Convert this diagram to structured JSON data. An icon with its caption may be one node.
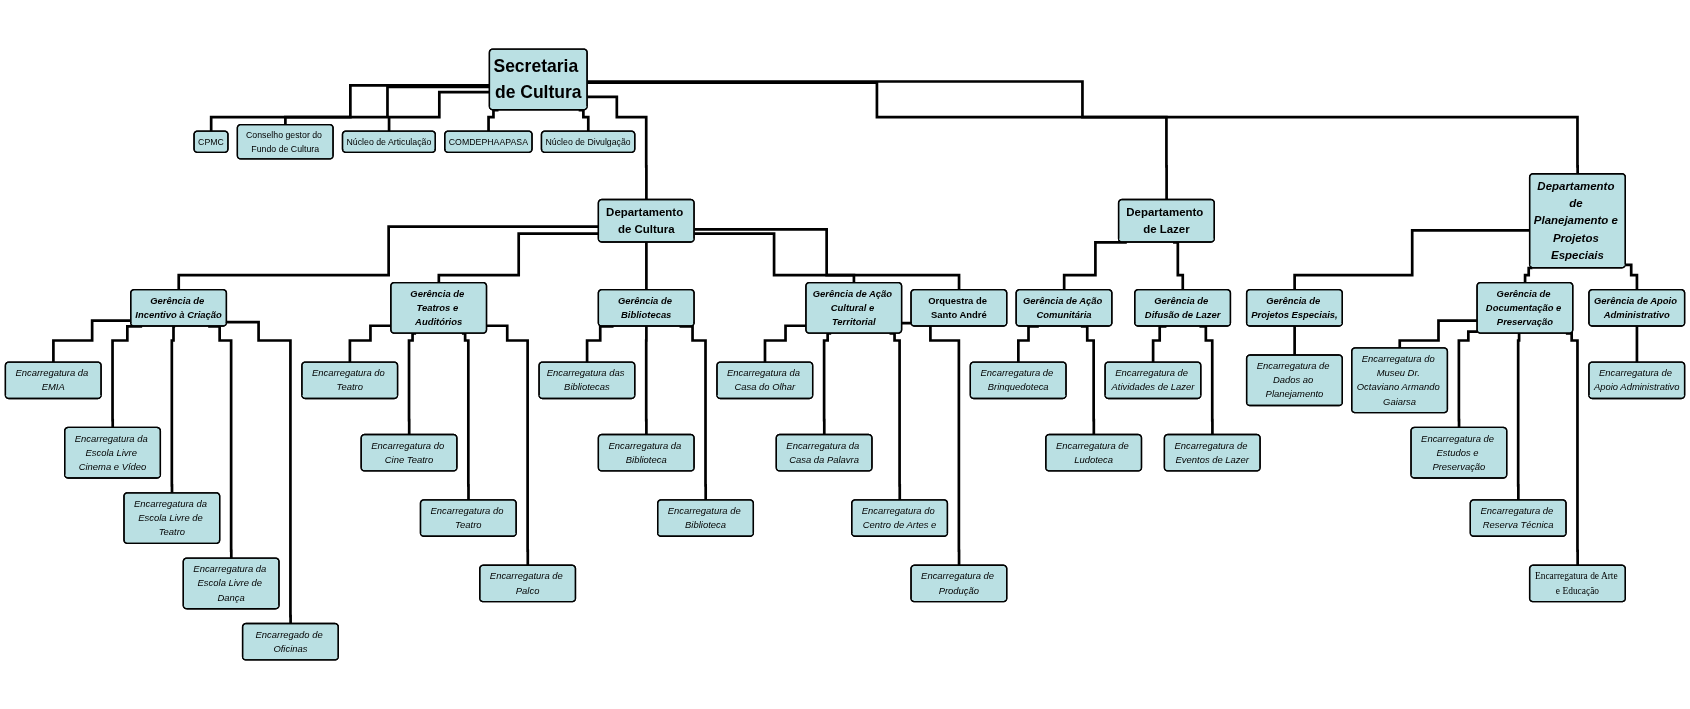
{
  "diagram": {
    "nodes": [
      {
        "text": [
          "Secretaria de Cultura"
        ]
      },
      {
        "text": [
          "CPMC"
        ]
      },
      {
        "text": [
          "Conselho gestor do Fundo de Cultura"
        ]
      },
      {
        "text": [
          "Núcleo de Articulação"
        ]
      },
      {
        "text": [
          "COMDEPHAAPASA"
        ]
      },
      {
        "text": [
          "Núcleo de Divulgação"
        ]
      },
      {
        "text": [
          "Departamento de Cultura"
        ]
      },
      {
        "text": [
          "Departamento de Lazer"
        ]
      },
      {
        "text": [
          "Departamento de Planejamento e Projetos Especiais"
        ]
      },
      {
        "text": [
          "Gerência de Incentivo à Criação"
        ]
      },
      {
        "text": [
          "Gerência de Teatros e Auditórios"
        ]
      },
      {
        "text": [
          "Gerência de Bibliotecas"
        ]
      },
      {
        "text": [
          "Gerência de Ação Cultural e Territorial"
        ]
      },
      {
        "text": [
          "Orquestra de Santo André"
        ]
      },
      {
        "text": [
          "Gerência de Ação Comunitária"
        ]
      },
      {
        "text": [
          "Gerência de Difusão de Lazer"
        ]
      },
      {
        "text": [
          "Gerência de Projetos Especiais,"
        ]
      },
      {
        "text": [
          "Gerência de Documentação e Preservação"
        ]
      },
      {
        "text": [
          "Gerência de Apoio Administrativo"
        ]
      },
      {
        "text": [
          "Encarregatura da EMIA"
        ]
      },
      {
        "text": [
          "Encarregatura da Escola Livre Cinema e Vídeo"
        ]
      },
      {
        "text": [
          "Encarregatura da Escola Livre de Teatro"
        ]
      },
      {
        "text": [
          "Encarregatura da Escola Livre de Dança"
        ]
      },
      {
        "text": [
          "Encarregado de Oficinas"
        ]
      },
      {
        "text": [
          "Encarregatura do Teatro"
        ]
      },
      {
        "text": [
          "Encarregatura do Cine Teatro"
        ]
      },
      {
        "text": [
          "Encarregatura do Teatro"
        ]
      },
      {
        "text": [
          "Encarregatura de Palco"
        ]
      },
      {
        "text": [
          "Encarregatura das Bibliotecas"
        ]
      },
      {
        "text": [
          "Encarregatura da Biblioteca"
        ]
      },
      {
        "text": [
          "Encarregatura de Biblioteca"
        ]
      },
      {
        "text": [
          "Encarregatura da Casa do Olhar"
        ]
      },
      {
        "text": [
          "Encarregatura da Casa da Palavra"
        ]
      },
      {
        "text": [
          "Encarregatura do Centro de Artes e"
        ]
      },
      {
        "text": [
          "Encarregatura de Produção"
        ]
      },
      {
        "text": [
          "Encarregatura de Brinquedoteca"
        ]
      },
      {
        "text": [
          "Encarregatura de Ludoteca"
        ]
      },
      {
        "text": [
          "Encarregatura de Atividades de Lazer"
        ]
      },
      {
        "text": [
          "Encarregatura de Eventos de Lazer"
        ]
      },
      {
        "text": [
          "Encarregatura de Dados ao Planejamento"
        ]
      },
      {
        "text": [
          "Encarregatura do Museu Dr. Octaviano Armando Gaiarsa"
        ]
      },
      {
        "text": [
          "Encarregatura de Estudos e Preservação"
        ]
      },
      {
        "text": [
          "Encarregatura de Reserva Técnica"
        ]
      },
      {
        "text": [
          "Encarregatura de Arte e Educação"
        ]
      },
      {
        "text": [
          "Encarregatura de Apoio Administrativo"
        ]
      }
    ],
    "edges": [
      {
        "from": 0,
        "to": 1,
        "arrow": "none"
      },
      {
        "from": 0,
        "to": 2,
        "arrow": "none"
      },
      {
        "from": 0,
        "to": 3,
        "arrow": "none"
      },
      {
        "from": 0,
        "to": 4,
        "arrow": "none"
      },
      {
        "from": 0,
        "to": 5,
        "arrow": "none"
      },
      {
        "from": 0,
        "to": 6,
        "arrow": "none"
      },
      {
        "from": 0,
        "to": 7,
        "arrow": "none"
      },
      {
        "from": 0,
        "to": 8,
        "arrow": "none"
      },
      {
        "from": 6,
        "to": 9,
        "arrow": "none"
      },
      {
        "from": 6,
        "to": 10,
        "arrow": "none"
      },
      {
        "from": 6,
        "to": 11,
        "arrow": "none"
      },
      {
        "from": 6,
        "to": 12,
        "arrow": "none"
      },
      {
        "from": 6,
        "to": 13,
        "arrow": "none"
      },
      {
        "from": 7,
        "to": 14,
        "arrow": "none"
      },
      {
        "from": 7,
        "to": 15,
        "arrow": "none"
      },
      {
        "from": 8,
        "to": 16,
        "arrow": "none"
      },
      {
        "from": 8,
        "to": 17,
        "arrow": "none"
      },
      {
        "from": 8,
        "to": 18,
        "arrow": "none"
      },
      {
        "from": 9,
        "to": 19,
        "arrow": "none"
      },
      {
        "from": 9,
        "to": 20,
        "arrow": "none"
      },
      {
        "from": 9,
        "to": 21,
        "arrow": "none"
      },
      {
        "from": 9,
        "to": 22,
        "arrow": "none"
      },
      {
        "from": 9,
        "to": 23,
        "arrow": "none"
      },
      {
        "from": 10,
        "to": 24,
        "arrow": "none"
      },
      {
        "from": 10,
        "to": 25,
        "arrow": "none"
      },
      {
        "from": 10,
        "to": 26,
        "arrow": "none"
      },
      {
        "from": 10,
        "to": 27,
        "arrow": "none"
      },
      {
        "from": 11,
        "to": 28,
        "arrow": "none"
      },
      {
        "from": 11,
        "to": 29,
        "arrow": "none"
      },
      {
        "from": 11,
        "to": 30,
        "arrow": "none"
      },
      {
        "from": 12,
        "to": 31,
        "arrow": "none"
      },
      {
        "from": 12,
        "to": 32,
        "arrow": "none"
      },
      {
        "from": 12,
        "to": 33,
        "arrow": "none"
      },
      {
        "from": 12,
        "to": 34,
        "arrow": "none"
      },
      {
        "from": 14,
        "to": 35,
        "arrow": "none"
      },
      {
        "from": 14,
        "to": 36,
        "arrow": "none"
      },
      {
        "from": 15,
        "to": 37,
        "arrow": "none"
      },
      {
        "from": 15,
        "to": 38,
        "arrow": "none"
      },
      {
        "from": 16,
        "to": 39,
        "arrow": "none"
      },
      {
        "from": 17,
        "to": 40,
        "arrow": "none"
      },
      {
        "from": 17,
        "to": 41,
        "arrow": "none"
      },
      {
        "from": 17,
        "to": 42,
        "arrow": "none"
      },
      {
        "from": 17,
        "to": 43,
        "arrow": "none"
      },
      {
        "from": 18,
        "to": 44,
        "arrow": "none"
      }
    ]
  }
}
